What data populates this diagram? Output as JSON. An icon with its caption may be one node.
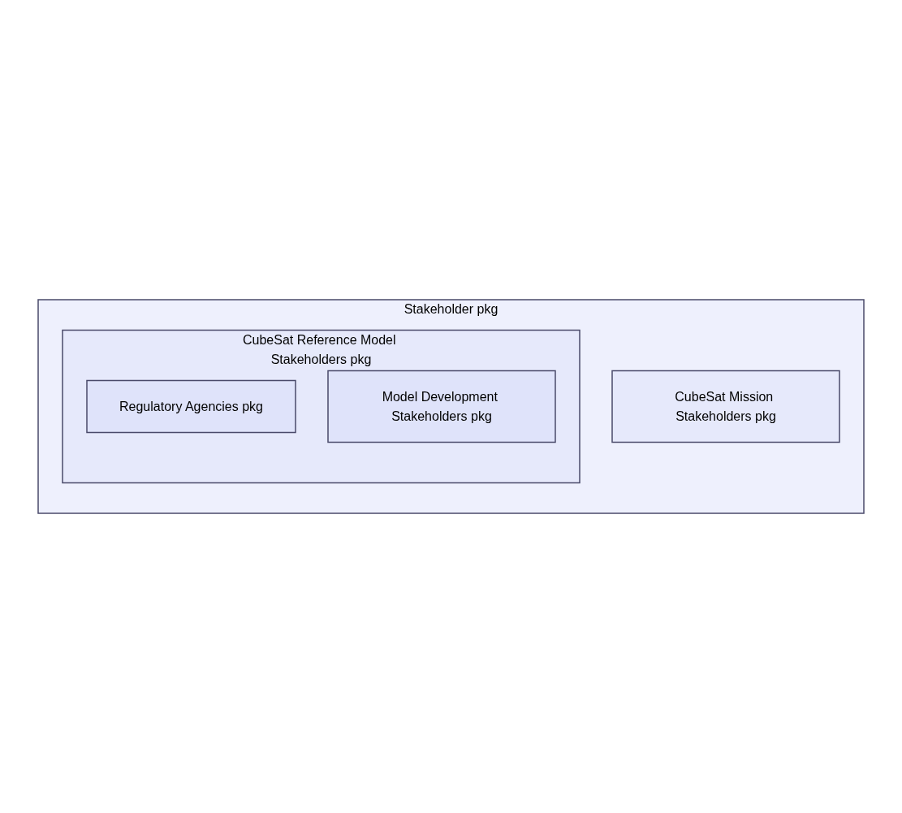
{
  "diagram": {
    "nodes": [
      {
        "text": [
          "Stakeholder pkg"
        ]
      },
      {
        "text": [
          "CubeSat Reference Model Stakeholders pkg"
        ],
        "in": 0
      },
      {
        "text": [
          "Regulatory Agencies pkg"
        ],
        "in": 1
      },
      {
        "text": [
          "Model Development Stakeholders pkg"
        ],
        "in": 1
      },
      {
        "text": [
          "CubeSat Mission Stakeholders pkg"
        ],
        "in": 0
      }
    ]
  }
}
